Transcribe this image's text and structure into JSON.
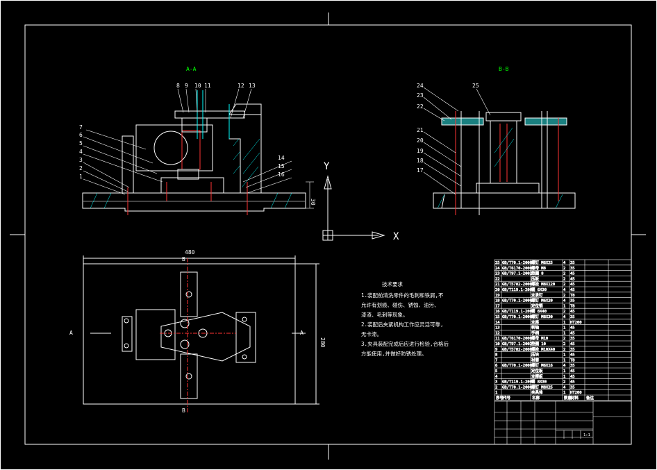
{
  "views": {
    "section_aa": "A-A",
    "section_bb": "B-B",
    "plan_width_dim": "480",
    "plan_height_dim": "280",
    "height_dim": "30",
    "plan_arrow_top": "B",
    "plan_arrow_bottom": "B",
    "plan_arrow_left": "A",
    "plan_arrow_right": "A"
  },
  "callouts_aa_top": [
    "8",
    "9",
    "10",
    "11",
    "12",
    "13"
  ],
  "callouts_aa_left": [
    "7",
    "6",
    "5",
    "4",
    "3",
    "2",
    "1"
  ],
  "callouts_aa_right": [
    "14",
    "15",
    "16"
  ],
  "callouts_bb_left": [
    "24",
    "23",
    "22",
    "21",
    "20",
    "19",
    "18",
    "17"
  ],
  "callouts_bb_top": [
    "25"
  ],
  "ucs": {
    "y": "Y",
    "x": "X"
  },
  "notes": {
    "title": "技术要求",
    "lines": [
      "1.装配前清洗零件的毛刺和铁屑,不",
      "允许有划痕、碰伤、锈蚀、油污、",
      "漆渣、毛刺等现象。",
      "2.装配后夹紧机构工作应灵活可靠,",
      "无卡滞。",
      "3.夹具装配完成后应进行检验,合格后",
      "方能使用,并做好防锈处理。"
    ]
  },
  "bom_rows": [
    [
      "25",
      "GB/T70.1-2000",
      "螺钉 M6X25",
      "4",
      "35",
      ""
    ],
    [
      "24",
      "GB/T6170-2000",
      "螺母 M8",
      "2",
      "35",
      ""
    ],
    [
      "23",
      "GB/T97.1-2002",
      "垫圈 8",
      "2",
      "45",
      ""
    ],
    [
      "22",
      "",
      "压板",
      "2",
      "45",
      ""
    ],
    [
      "21",
      "GB/T5782-2000",
      "螺栓 M8X120",
      "2",
      "45",
      ""
    ],
    [
      "20",
      "GB/T119.1-2000",
      "销 6X30",
      "4",
      "45",
      ""
    ],
    [
      "19",
      "",
      "支承钉",
      "2",
      "T8",
      ""
    ],
    [
      "18",
      "GB/T70.1-2000",
      "螺钉 M6X20",
      "4",
      "35",
      ""
    ],
    [
      "17",
      "",
      "定位销",
      "1",
      "T8",
      ""
    ],
    [
      "16",
      "GB/T119.1-2000",
      "销 8X40",
      "2",
      "45",
      ""
    ],
    [
      "15",
      "GB/T70.1-2000",
      "螺钉 M8X30",
      "4",
      "35",
      ""
    ],
    [
      "14",
      "",
      "支座",
      "1",
      "HT200",
      ""
    ],
    [
      "13",
      "",
      "转轴",
      "1",
      "45",
      ""
    ],
    [
      "12",
      "",
      "手柄",
      "1",
      "45",
      ""
    ],
    [
      "11",
      "GB/T6170-2000",
      "螺母 M10",
      "2",
      "35",
      ""
    ],
    [
      "10",
      "GB/T97.1-2002",
      "垫圈 10",
      "2",
      "45",
      ""
    ],
    [
      "9",
      "GB/T5782-2000",
      "螺栓 M10X40",
      "2",
      "35",
      ""
    ],
    [
      "8",
      "",
      "压块",
      "1",
      "45",
      ""
    ],
    [
      "7",
      "",
      "衬套",
      "1",
      "T8",
      ""
    ],
    [
      "6",
      "GB/T70.1-2000",
      "螺钉 M6X16",
      "4",
      "35",
      ""
    ],
    [
      "5",
      "",
      "定位板",
      "1",
      "45",
      ""
    ],
    [
      "4",
      "",
      "支撑板",
      "1",
      "45",
      ""
    ],
    [
      "3",
      "GB/T119.1-2000",
      "销 8X30",
      "2",
      "45",
      ""
    ],
    [
      "2",
      "GB/T70.1-2000",
      "螺钉 M8X25",
      "4",
      "35",
      ""
    ],
    [
      "1",
      "",
      "夹具体",
      "1",
      "HT200",
      ""
    ]
  ],
  "bom_header": [
    "序号",
    "代号",
    "名称",
    "数量",
    "材料",
    "备注"
  ],
  "title_block": {
    "scale": "1:1"
  }
}
